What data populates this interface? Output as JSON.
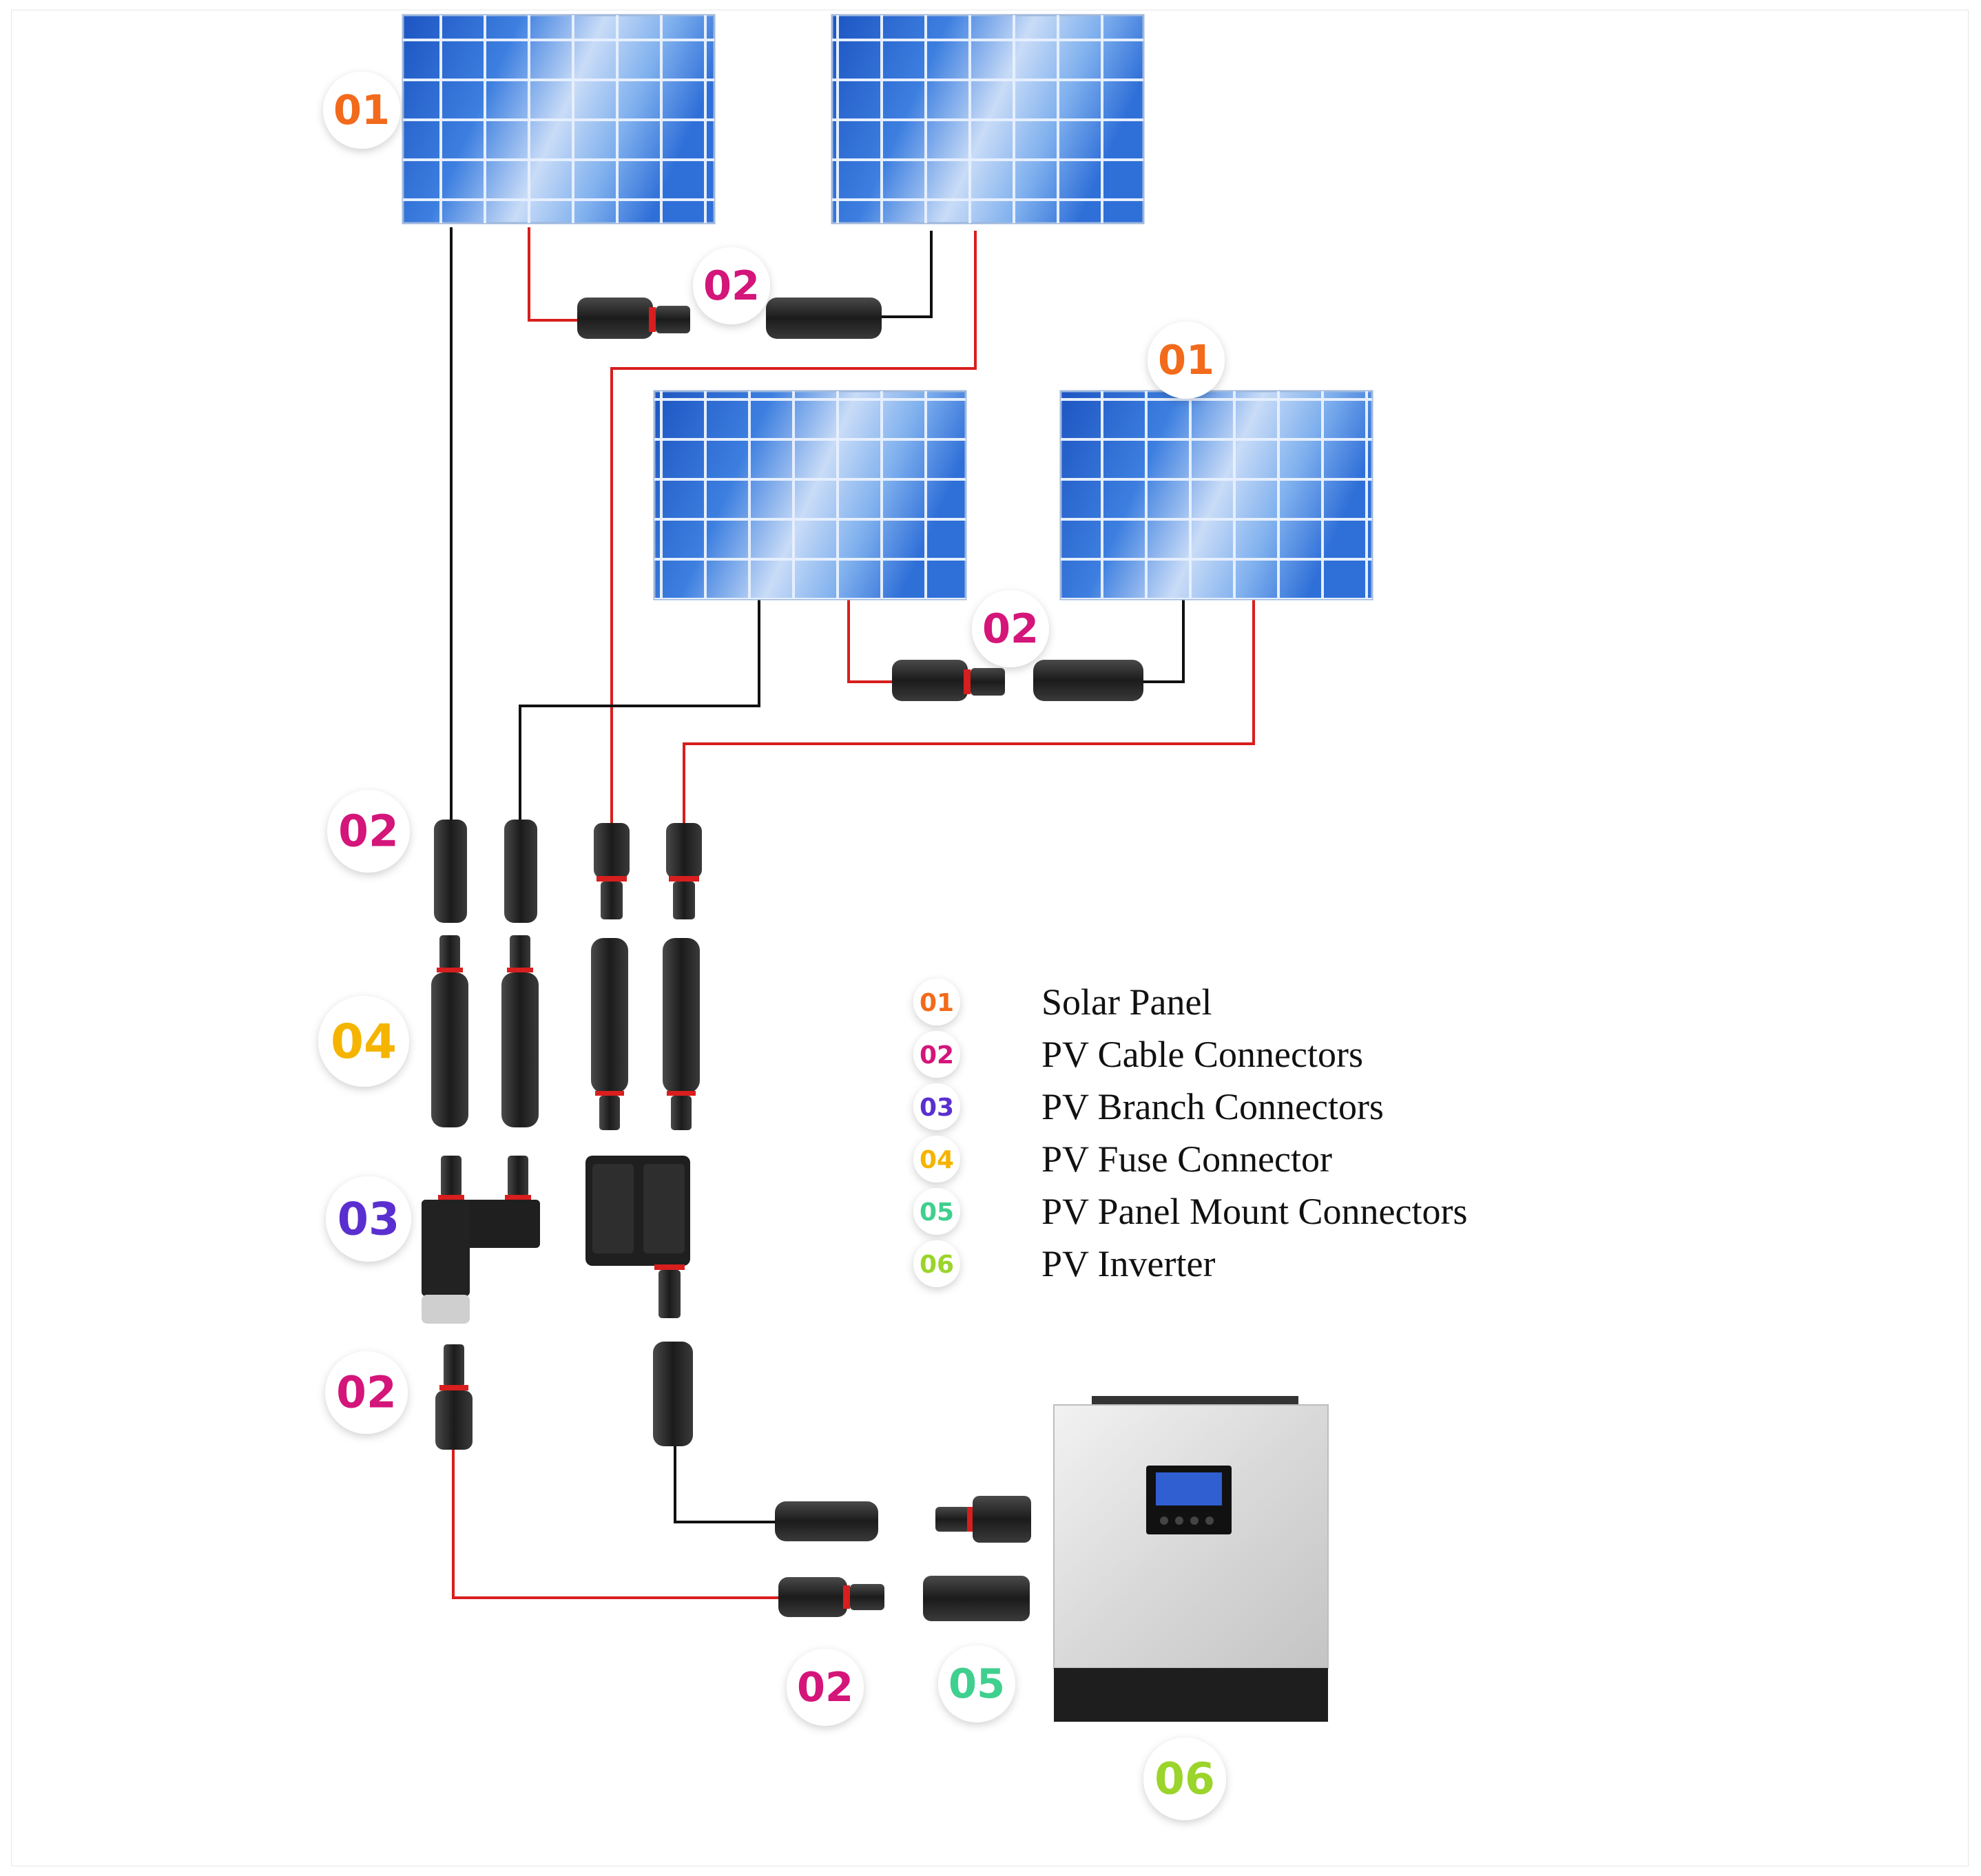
{
  "colors": {
    "c01": "#f26a1b",
    "c02": "#d4157a",
    "c03": "#5a2fd0",
    "c04": "#f5b400",
    "c05": "#3fcf8e",
    "c06": "#9bd42a",
    "wire_red": "#d81e1e",
    "wire_black": "#111111"
  },
  "badges": [
    {
      "id": "b01-top",
      "text": "01",
      "color": "c01"
    },
    {
      "id": "b02-top",
      "text": "02",
      "color": "c02"
    },
    {
      "id": "b01-mid",
      "text": "01",
      "color": "c01"
    },
    {
      "id": "b02-mid",
      "text": "02",
      "color": "c02"
    },
    {
      "id": "b02-left",
      "text": "02",
      "color": "c02"
    },
    {
      "id": "b04-left",
      "text": "04",
      "color": "c04"
    },
    {
      "id": "b03-left",
      "text": "03",
      "color": "c03"
    },
    {
      "id": "b02-low",
      "text": "02",
      "color": "c02"
    },
    {
      "id": "b02-bottom",
      "text": "02",
      "color": "c02"
    },
    {
      "id": "b05-bottom",
      "text": "05",
      "color": "c05"
    },
    {
      "id": "b06-bottom",
      "text": "06",
      "color": "c06"
    }
  ],
  "legend": [
    {
      "num": "01",
      "label": "Solar Panel",
      "color": "c01"
    },
    {
      "num": "02",
      "label": "PV Cable Connectors",
      "color": "c02"
    },
    {
      "num": "03",
      "label": "PV Branch Connectors",
      "color": "c03"
    },
    {
      "num": "04",
      "label": "PV Fuse Connector",
      "color": "c04"
    },
    {
      "num": "05",
      "label": "PV Panel Mount Connectors",
      "color": "c05"
    },
    {
      "num": "06",
      "label": "PV Inverter",
      "color": "c06"
    }
  ],
  "icons": [
    "solar-panel-icon",
    "mc4-male-connector-icon",
    "mc4-female-connector-icon",
    "inline-fuse-icon",
    "branch-connector-icon",
    "inverter-icon",
    "panel-mount-connector-icon"
  ]
}
